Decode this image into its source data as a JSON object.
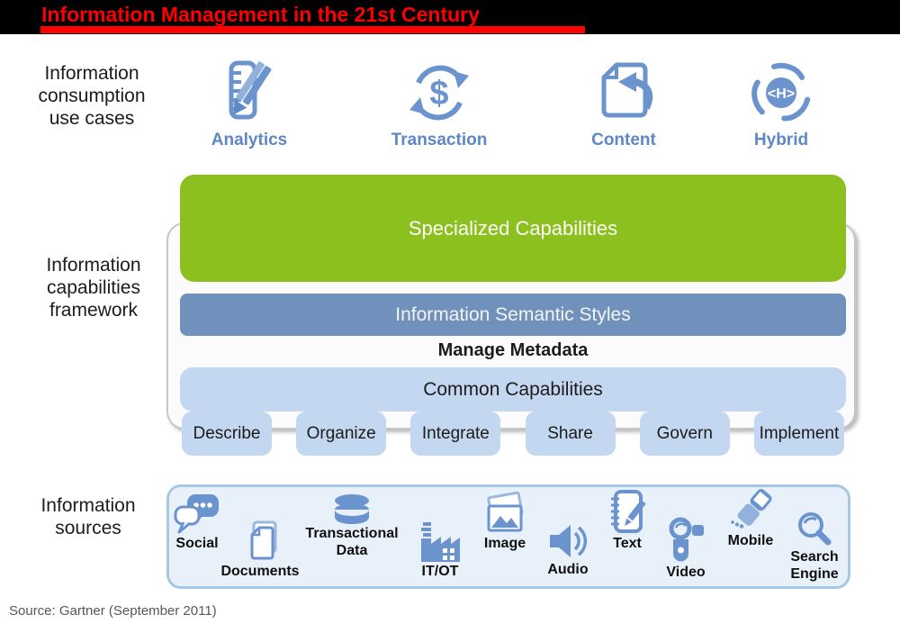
{
  "title": {
    "text": "Information Management in the 21st Century"
  },
  "left_labels": {
    "consumption": {
      "line1": "Information",
      "line2": "consumption",
      "line3": "use cases"
    },
    "framework": {
      "line1": "Information",
      "line2": "capabilities",
      "line3": "framework"
    },
    "sources": {
      "line1": "Information",
      "line2": "sources"
    }
  },
  "use_cases": {
    "transaction_glyph": "$",
    "hybrid_glyph": "<H>",
    "items": [
      {
        "label": "Analytics",
        "icon": "analytics-icon"
      },
      {
        "label": "Transaction",
        "icon": "transaction-icon"
      },
      {
        "label": "Content",
        "icon": "content-icon"
      },
      {
        "label": "Hybrid",
        "icon": "hybrid-icon"
      }
    ]
  },
  "framework": {
    "specialized": "Specialized Capabilities",
    "semantic_styles": "Information Semantic Styles",
    "manage_metadata": "Manage Metadata",
    "common": "Common Capabilities",
    "tabs": [
      "Describe",
      "Organize",
      "Integrate",
      "Share",
      "Govern",
      "Implement"
    ]
  },
  "sources": {
    "items": [
      {
        "label": "Social",
        "icon": "social-icon"
      },
      {
        "label": "Documents",
        "icon": "documents-icon"
      },
      {
        "label": "Transactional Data",
        "icon": "transactional-data-icon"
      },
      {
        "label": "IT/OT",
        "icon": "itot-icon"
      },
      {
        "label": "Image",
        "icon": "image-icon"
      },
      {
        "label": "Audio",
        "icon": "audio-icon"
      },
      {
        "label": "Text",
        "icon": "text-icon"
      },
      {
        "label": "Video",
        "icon": "video-icon"
      },
      {
        "label": "Mobile",
        "icon": "mobile-icon"
      },
      {
        "label": "Search Engine",
        "icon": "search-engine-icon"
      }
    ]
  },
  "footer": {
    "source": "Source: Gartner (September 2011)"
  },
  "colors": {
    "title_red": "#fe0000",
    "header_black": "#000000",
    "green": "#8bc01e",
    "steel_blue": "#7191bd",
    "light_blue": "#c3d7f0",
    "sources_bg": "#e8f1fa",
    "sources_border": "#a6c8e4",
    "icon_blue": "#6b94cf",
    "label_blue": "#5d87c5"
  }
}
